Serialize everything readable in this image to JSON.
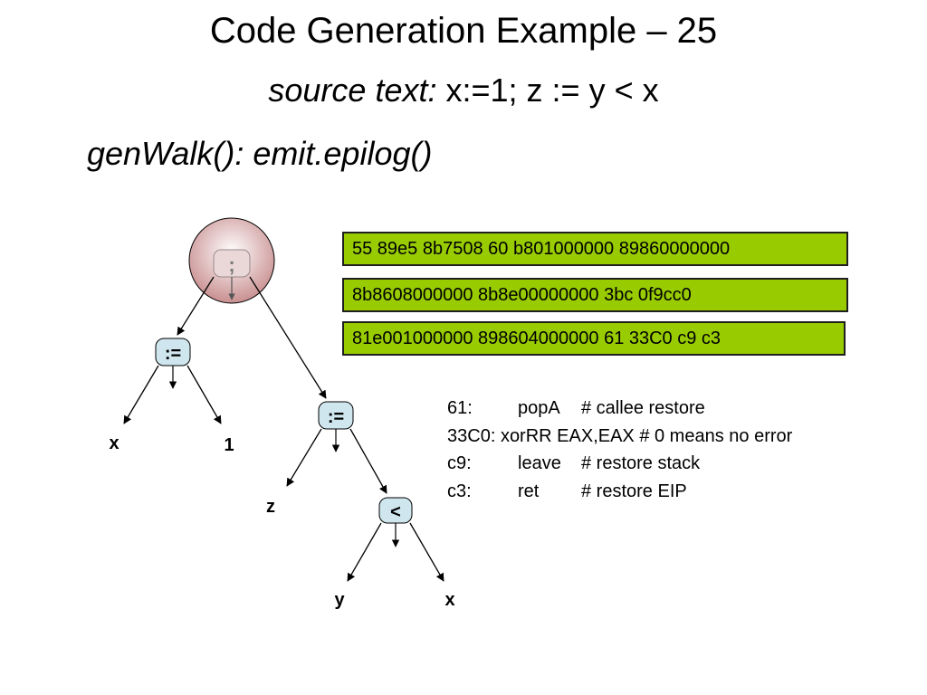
{
  "slide": {
    "title": "Code Generation Example – 25",
    "subtitle_label": "source text:",
    "subtitle_code": " x:=1; z := y < x",
    "heading": "genWalk(): emit.epilog()"
  },
  "tree": {
    "root": ";",
    "assign1": ":=",
    "assign1_left": "x",
    "assign1_right": "1",
    "assign2": ":=",
    "assign2_left": "z",
    "less": "<",
    "less_left": "y",
    "less_right": "x"
  },
  "code_lines": [
    "55 89e5 8b7508 60 b801000000 89860000000",
    "8b8608000000 8b8e00000000 3bc 0f9cc0",
    "81e001000000 898604000000 61 33C0 c9 c3"
  ],
  "notes": [
    {
      "addr": "61:",
      "mnemonic": "popA",
      "comment": "# callee restore"
    },
    {
      "addr": "33C0:",
      "mnemonic": "xorRR",
      "comment": "EAX,EAX # 0 means no error"
    },
    {
      "addr": "c9:",
      "mnemonic": "leave",
      "comment": "# restore stack"
    },
    {
      "addr": "c3:",
      "mnemonic": "ret",
      "comment": "# restore EIP"
    }
  ],
  "colors": {
    "code_box_fill": "#99cc00",
    "node_fill": "#cfe6ee",
    "root_gradient_center": "#ffffff",
    "root_gradient_edge": "#c98f90"
  }
}
